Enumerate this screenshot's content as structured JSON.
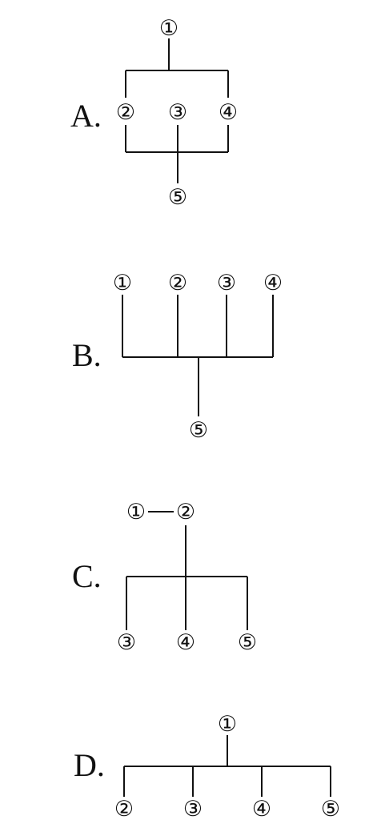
{
  "options": [
    {
      "id": "A",
      "label": "A.",
      "nodes": [
        "①",
        "②",
        "③",
        "④",
        "⑤"
      ]
    },
    {
      "id": "B",
      "label": "B.",
      "nodes": [
        "①",
        "②",
        "③",
        "④",
        "⑤"
      ]
    },
    {
      "id": "C",
      "label": "C.",
      "nodes": [
        "①",
        "②",
        "③",
        "④",
        "⑤"
      ]
    },
    {
      "id": "D",
      "label": "D.",
      "nodes": [
        "①",
        "②",
        "③",
        "④",
        "⑤"
      ]
    }
  ],
  "colors": {
    "ink": "#111111",
    "background": "#ffffff"
  }
}
